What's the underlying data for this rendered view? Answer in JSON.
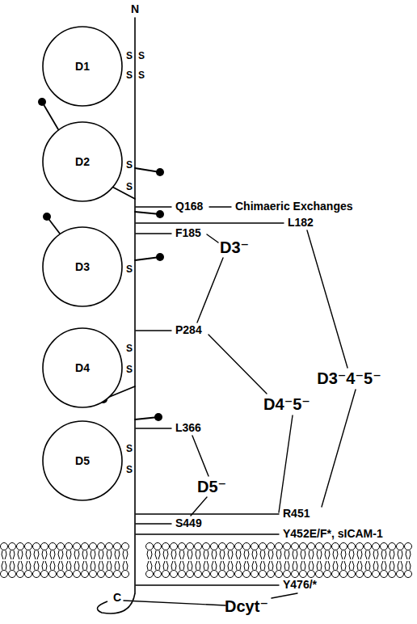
{
  "diagram": {
    "nodes": [
      {
        "text": [
          "D1"
        ]
      },
      {
        "text": [
          "D2"
        ]
      },
      {
        "text": [
          "D3"
        ]
      },
      {
        "text": [
          "D4"
        ]
      },
      {
        "text": [
          "D5"
        ]
      }
    ],
    "labels": [
      "N",
      "S",
      "S",
      "S",
      "S",
      "S",
      "S",
      "S",
      "S",
      "S",
      "S",
      "S",
      "Q168",
      "Chimaeric Exchanges",
      "L182",
      "F185",
      "D3⁻",
      "P284",
      "D3⁻4⁻5⁻",
      "D4⁻5⁻",
      "L366",
      "D5⁻",
      "S449",
      "R451",
      "Y452E/F*, sICAM-1",
      "Y476/*",
      "C",
      "Dcyt⁻"
    ]
  }
}
